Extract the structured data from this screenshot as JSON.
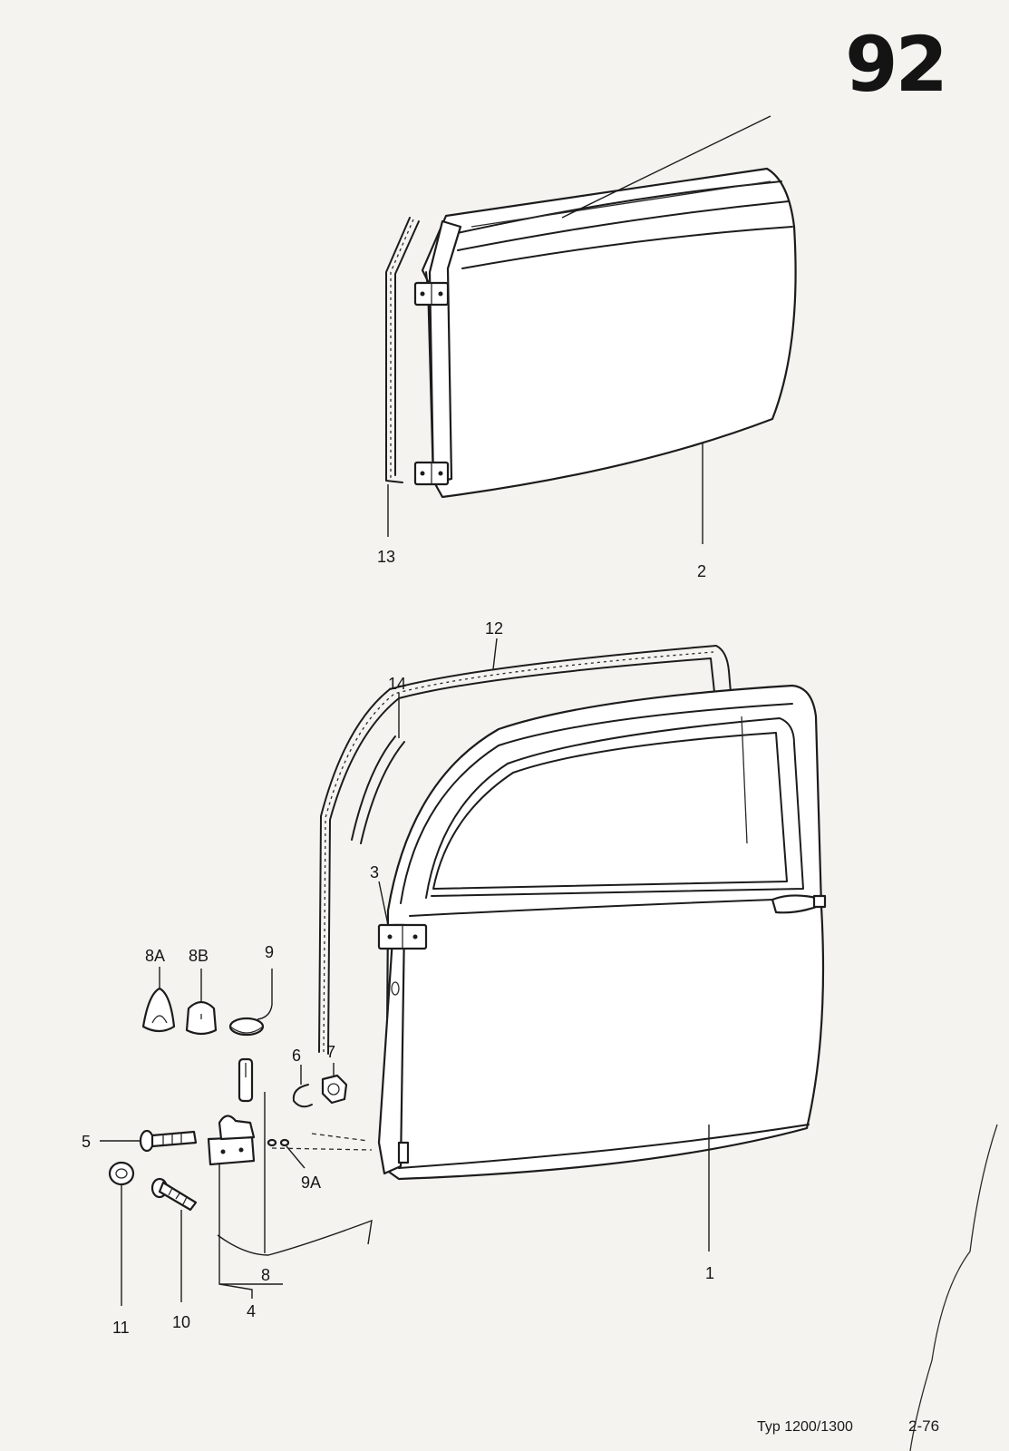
{
  "page_number": "92",
  "footer": {
    "model": "Typ 1200/1300",
    "date": "2-76"
  },
  "labels": {
    "p1": "1",
    "p2": "2",
    "p3": "3",
    "p4": "4",
    "p5": "5",
    "p6": "6",
    "p7": "7",
    "p8": "8",
    "p8a": "8A",
    "p8b": "8B",
    "p9": "9",
    "p9a": "9A",
    "p10": "10",
    "p11": "11",
    "p12": "12",
    "p13": "13",
    "p14": "14"
  }
}
